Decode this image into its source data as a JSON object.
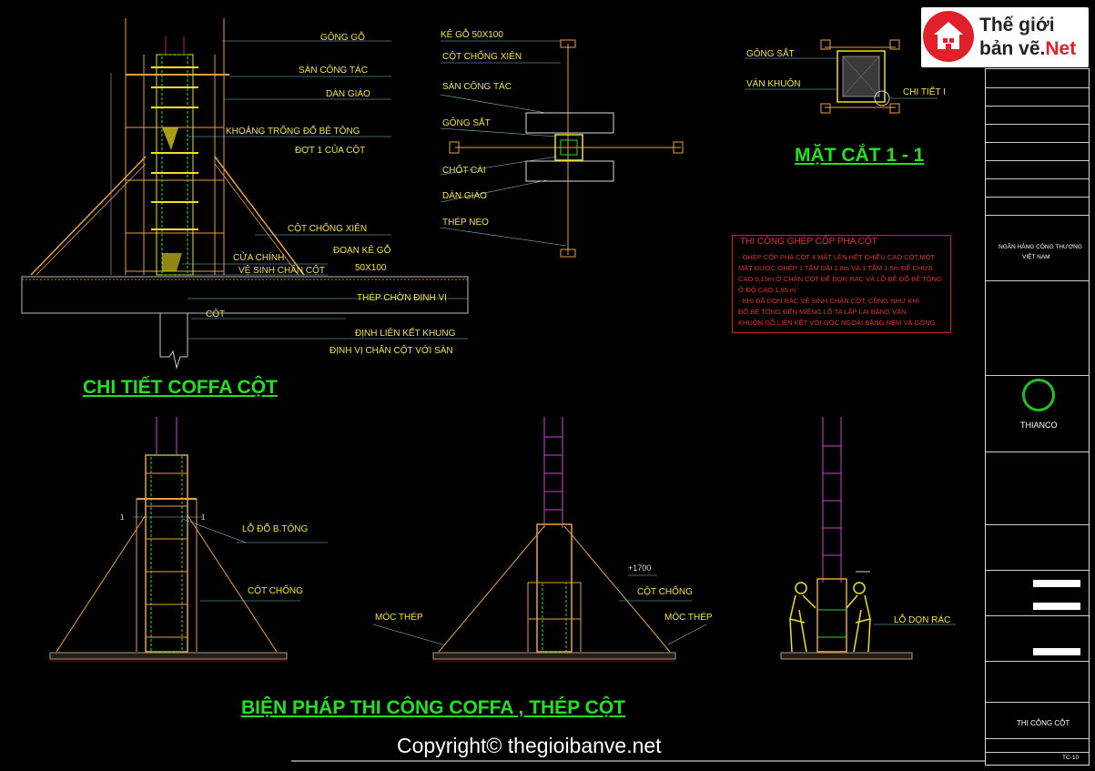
{
  "titles": {
    "detail": "CHI TIẾT COFFA CỘT",
    "section": "MẶT CẮT 1 - 1",
    "method": "BIỆN PHÁP THI CÔNG COFFA , THÉP CỘT"
  },
  "detail_labels": {
    "gong_go": "GÔNG GỖ",
    "san_cong_tac": "SÀN CÔNG TÁC",
    "dan_giao": "DÀN GIÁO",
    "khoang_trong": "KHOẢNG TRỐNG ĐỔ BÊ TÔNG",
    "dot1": "ĐỢT 1 CỦA CỘT",
    "cot_chong_xien": "CỘT CHỐNG XIÊN",
    "cua_chinh": "CỬA CHÍNH",
    "ve_sinh": "VỆ SINH CHÂN CỘT",
    "doan_ke_go": "ĐOẠN KÊ GỖ",
    "size_50x100": "50X100",
    "thep_chon": "THÉP CHỜN ĐỊNH VỊ",
    "cot": "CỘT",
    "dinh_lien_ket": "ĐỊNH LIÊN KẾT KHUNG",
    "dinh_vi": "ĐỊNH VỊ CHÂN CỘT VỚI SÀN"
  },
  "plan_labels": {
    "ke_go": "KÊ GỖ 50X100",
    "cot_chong_xien": "CỘT CHỐNG XIÊN",
    "san_cong_tac": "SÀN CÔNG TÁC",
    "gong_sat": "GÔNG SẮT",
    "chot_cai": "CHỐT CÀI",
    "dan_giao": "DÀN GIÁO",
    "thep_neo": "THÉP NEO"
  },
  "section_labels": {
    "gong_sat": "GÔNG SẮT",
    "van_khuon": "VÁN KHUÔN",
    "chi_tiet": "CHI TIẾT I"
  },
  "note": {
    "heading": "THI CÔNG GHÉP CỐP PHA CỘT",
    "lines": [
      "- GHÉP CỐP PHA CỘT 4 MẶT LÊN HẾT CHIỀU CAO CỘT,MỘT",
      "MẶT ĐƯỢC GHÉP 1 TẤM DÀI 1.8m VÀ 1 TẤM 1.5m ĐỂ CHỪA",
      "CAO 0.15m Ở CHÂN CỘT ĐỂ DỌN RÁC VÀ LỖ ĐỂ ĐỔ BÊ TÔNG",
      "Ở ĐỘ CAO 1.95 m",
      "- KHI ĐÃ DỌN RÁC VỆ SINH CHÂN CỘT, CŨNG NHƯ KHI",
      "ĐỔ BÊ TÔNG ĐẾN MIỆNG LỖ  TA LẤP LẠI BẰNG VÁN",
      "KHUÔN GỖ LIÊN KẾT VỚI GÓC NGOÀI BẰNG NẸM VÀ GÔNG"
    ]
  },
  "method_labels": {
    "lo_do": "LỖ ĐỔ B.TÔNG",
    "cot_chong_a": "CỘT CHỐNG",
    "cot_chong_b": "CỘT CHỐNG",
    "moc_thep_a": "MÓC THÉP",
    "moc_thep_b": "MÓC THÉP",
    "lo_don_rac": "LỖ DỌN RÁC",
    "level": "+1700",
    "mark_1a": "1",
    "mark_1b": "1"
  },
  "title_block": {
    "client_a": "NGÂN HÀNG CÔNG THƯƠNG",
    "client_b": "VIỆT NAM",
    "company": "THIANCO",
    "drawing": "THI CÔNG CỘT",
    "sheet": "TC-10"
  },
  "logo": {
    "line1": "Thế giới",
    "line2": "bản vẽ.",
    "line2_accent": "Net"
  },
  "copyright": "Copyright© thegioibanve.net",
  "colors": {
    "background": "#000000",
    "label": "#f2e23a",
    "title": "#22e022",
    "note": "#e03030",
    "brand_red": "#e0202a",
    "rebar": "#d040d0"
  }
}
